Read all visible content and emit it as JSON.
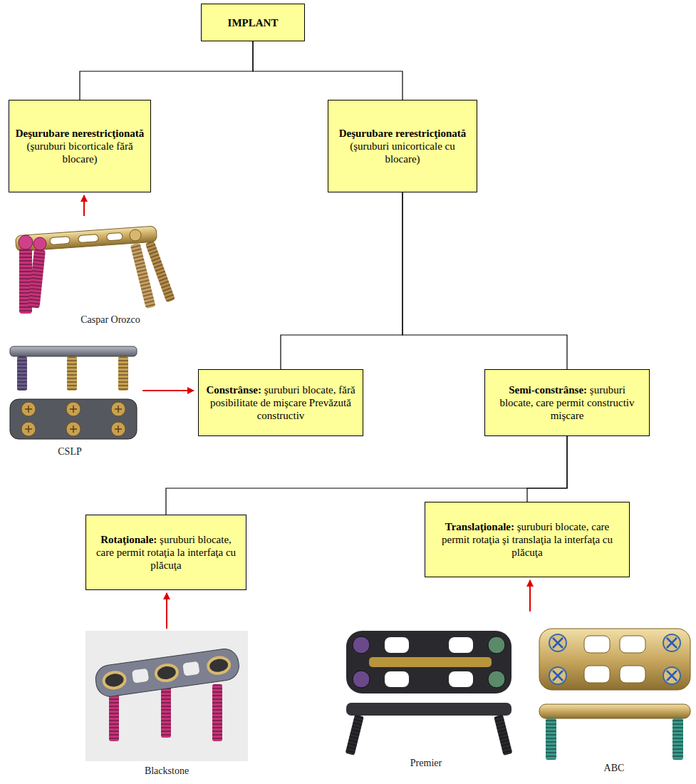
{
  "diagram": {
    "nodes": [
      {
        "text": [
          "IMPLANT"
        ]
      },
      {
        "text": [
          "Deşurubare nerestricţionată",
          "(şuruburi bicorticale fără blocare)"
        ]
      },
      {
        "text": [
          "Deşurubare rerestricţionată",
          "(şuruburi unicorticale cu blocare)"
        ]
      },
      {
        "text": [
          "Constrânse:",
          "şuruburi blocate, fără posibilitate de mişcare Prevăzută constructiv"
        ]
      },
      {
        "text": [
          "Semi-constrânse:",
          "şuruburi blocate, care permit constructiv mişcare"
        ]
      },
      {
        "text": [
          "Rotaţionale:",
          "şuruburi blocate, care permit rotaţia la interfaţa cu plăcuţa"
        ]
      },
      {
        "text": [
          "Translaţionale:",
          "şuruburi blocate, care permit rotaţia şi translaţia la interfaţa cu plăcuţa"
        ]
      }
    ],
    "edges": [
      {
        "from": 0,
        "to": 1,
        "arrow": "none"
      },
      {
        "from": 0,
        "to": 2,
        "arrow": "none"
      },
      {
        "from": 2,
        "to": 3,
        "arrow": "none"
      },
      {
        "from": 2,
        "to": 4,
        "arrow": "none"
      },
      {
        "from": 4,
        "to": 5,
        "arrow": "none"
      },
      {
        "from": 4,
        "to": 6,
        "arrow": "none"
      }
    ],
    "labels": [
      "Caspar Orozco",
      "CSLP",
      "Blackstone",
      "Premier",
      "ABC"
    ]
  }
}
